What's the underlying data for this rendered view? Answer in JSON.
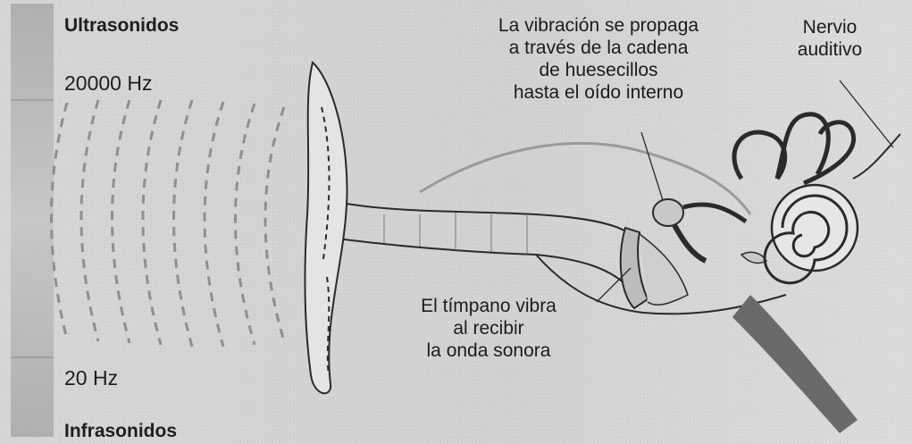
{
  "scale": {
    "top_label": "Ultrasonidos",
    "high_freq": "20000 Hz",
    "low_freq": "20 Hz",
    "bottom_label": "Infrasonidos"
  },
  "callouts": {
    "ossicles": [
      "La vibración se propaga",
      "a través de la cadena",
      "de huesecillos",
      "hasta el oído interno"
    ],
    "nerve": [
      "Nervio",
      "auditivo"
    ],
    "eardrum": [
      "El tímpano vibra",
      "al recibir",
      "la onda sonora"
    ]
  },
  "colors": {
    "background": "#dcdcdc",
    "scale_bar": "#b9b9b9",
    "sound_waves": "#8f8f8f",
    "outline": "#2a2a2a",
    "text": "#1e1e1e"
  }
}
